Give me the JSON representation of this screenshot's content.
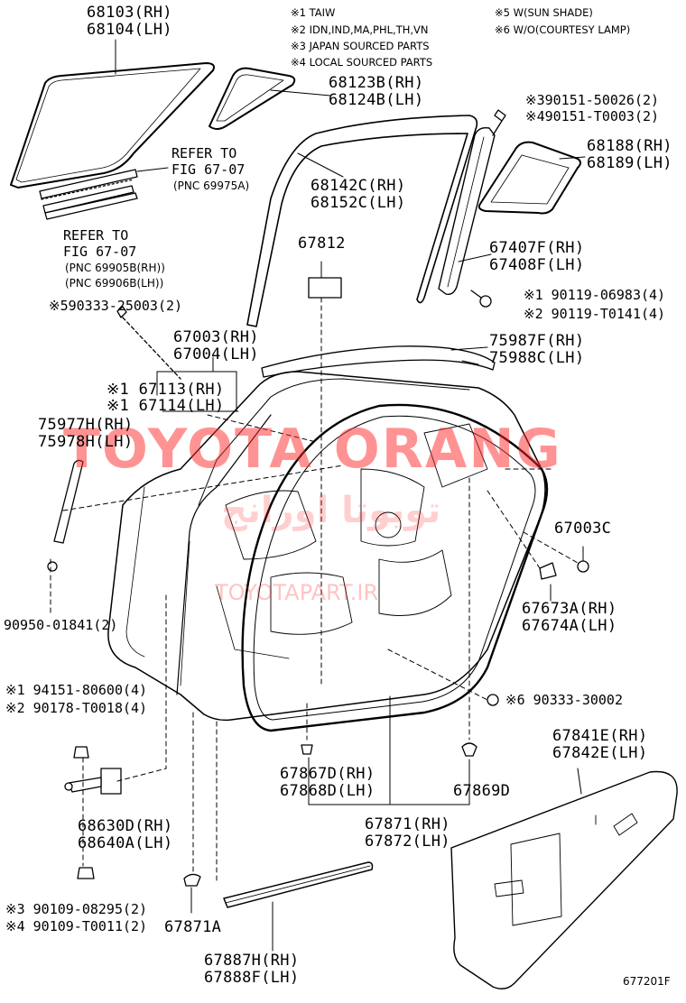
{
  "notes": [
    "※1 TAIW",
    "※2 IDN,IND,MA,PHL,TH,VN",
    "※3 JAPAN SOURCED PARTS",
    "※4 LOCAL SOURCED PARTS",
    "※5 W(SUN SHADE)",
    "※6 W/O(COURTESY LAMP)"
  ],
  "parts": {
    "p68103": [
      "68103(RH)",
      "68104(LH)"
    ],
    "p68123": [
      "68123B(RH)",
      "68124B(LH)"
    ],
    "p90151": [
      "※390151-50026(2)",
      "※490151-T0003(2)"
    ],
    "refer1": [
      "REFER TO",
      "FIG 67-07",
      "(PNC 69975A)"
    ],
    "p68142": [
      "68142C(RH)",
      "68152C(LH)"
    ],
    "p68188": [
      "68188(RH)",
      "68189(LH)"
    ],
    "refer2": [
      "REFER TO",
      "FIG 67-07",
      "(PNC 69905B(RH))",
      "(PNC 69906B(LH))"
    ],
    "p67812": "67812",
    "p67407": [
      "67407F(RH)",
      "67408F(LH)"
    ],
    "p90119": [
      "※1 90119-06983(4)",
      "※2 90119-T0141(4)"
    ],
    "p90333a": "※590333-25003(2)",
    "p67003": [
      "67003(RH)",
      "67004(LH)"
    ],
    "p75987": [
      "75987F(RH)",
      "75988C(LH)"
    ],
    "p67113": [
      "※1 67113(RH)",
      "※1 67114(LH)"
    ],
    "p75977": [
      "75977H(RH)",
      "75978H(LH)"
    ],
    "p67003c": "67003C",
    "p67673": [
      "67673A(RH)",
      "67674A(LH)"
    ],
    "p90950": "90950-01841(2)",
    "p94151": [
      "※1 94151-80600(4)",
      "※2 90178-T0018(4)"
    ],
    "p90333b": "※6 90333-30002",
    "p67841": [
      "67841E(RH)",
      "67842E(LH)"
    ],
    "p67867": [
      "67867D(RH)",
      "67868D(LH)"
    ],
    "p67869": "67869D",
    "p68630": [
      "68630D(RH)",
      "68640A(LH)"
    ],
    "p67871": [
      "67871(RH)",
      "67872(LH)"
    ],
    "p90109": [
      "※3 90109-08295(2)",
      "※4 90109-T0011(2)"
    ],
    "p67871a": "67871A",
    "p67887": [
      "67887H(RH)",
      "67888F(LH)"
    ],
    "fig_id": "677201F"
  },
  "watermark": {
    "main": "TOYOTA ORANG",
    "arabic": "تويوتا اورانج",
    "site": "TOYOTAPART.IR"
  }
}
